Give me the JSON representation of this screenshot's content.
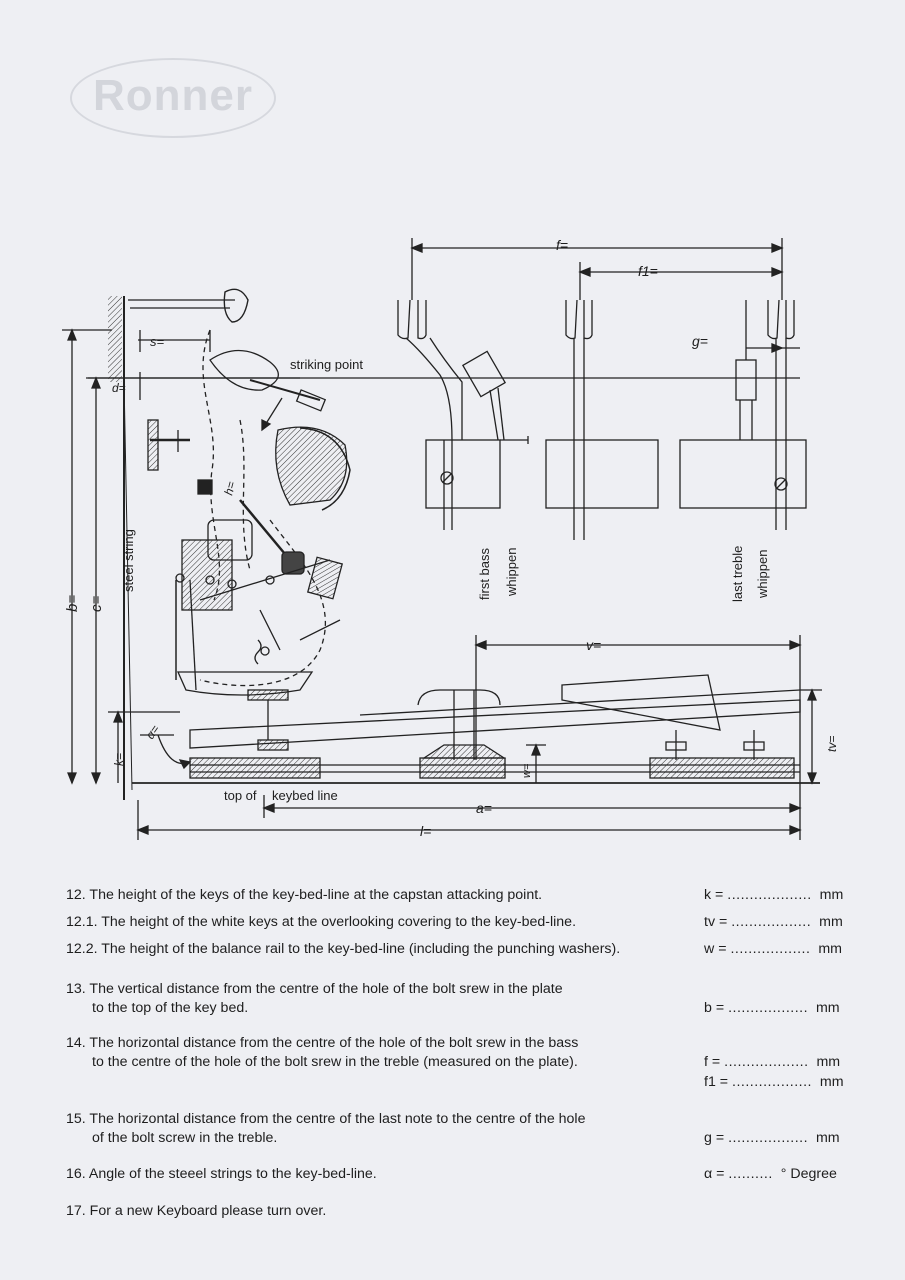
{
  "header": {
    "logo_text": "Ronner"
  },
  "diagram": {
    "labels": {
      "f": "f=",
      "f1": "f1=",
      "g": "g=",
      "s": "s=",
      "d": "d=",
      "striking_point": "striking point",
      "steel_string": "steel string",
      "b": "b=",
      "c": "c=",
      "k": "k=",
      "alpha": "α=",
      "h": "h=",
      "first_bass": "first bass",
      "whippen_left": "whippen",
      "last_treble": "last treble",
      "whippen_right": "whippen",
      "v": "v=",
      "w": "w=",
      "tv": "tv=",
      "top_of": "top of",
      "keybed_line": "keybed line",
      "a": "a=",
      "l": "l="
    }
  },
  "questions": [
    {
      "id": "12",
      "line1": "12. The height of the keys of the key-bed-line at the capstan attacking point.",
      "line2": "",
      "answer": {
        "label": "k =",
        "dots": "...................",
        "unit": "mm"
      }
    },
    {
      "id": "12.1",
      "line1": "12.1. The height of the white keys at the overlooking covering to the key-bed-line.",
      "line2": "",
      "answer": {
        "label": "tv =",
        "dots": "..................",
        "unit": "mm"
      }
    },
    {
      "id": "12.2",
      "line1": "12.2. The height of the balance rail to the key-bed-line (including the punching washers).",
      "line2": "",
      "answer": {
        "label": "w =",
        "dots": "..................",
        "unit": "mm"
      }
    },
    {
      "id": "13",
      "line1": "13. The vertical distance from the centre of the hole of the bolt srew in the plate",
      "line2": "to the top of the key bed.",
      "answer": {
        "label": "b =",
        "dots": "..................",
        "unit": "mm"
      }
    },
    {
      "id": "14",
      "line1": "14. The horizontal distance from the centre of the hole of the bolt srew in the bass",
      "line2": "to the centre of the hole of the bolt srew in the treble (measured on the plate).",
      "answer": {
        "label": "f =",
        "dots": "...................",
        "unit": "mm"
      },
      "answer2": {
        "label": "f1 =",
        "dots": "..................",
        "unit": "mm"
      }
    },
    {
      "id": "15",
      "line1": "15. The horizontal distance from the centre of the last note to the centre of the hole",
      "line2": "of the bolt screw in the treble.",
      "answer": {
        "label": "g =",
        "dots": "..................",
        "unit": "mm"
      }
    },
    {
      "id": "16",
      "line1": "16. Angle of the steeel strings to the key-bed-line.",
      "line2": "",
      "answer": {
        "label": "α =",
        "dots": "..........",
        "unit": "° Degree"
      }
    },
    {
      "id": "17",
      "line1": "17. For a new Keyboard please turn over.",
      "line2": ""
    }
  ]
}
